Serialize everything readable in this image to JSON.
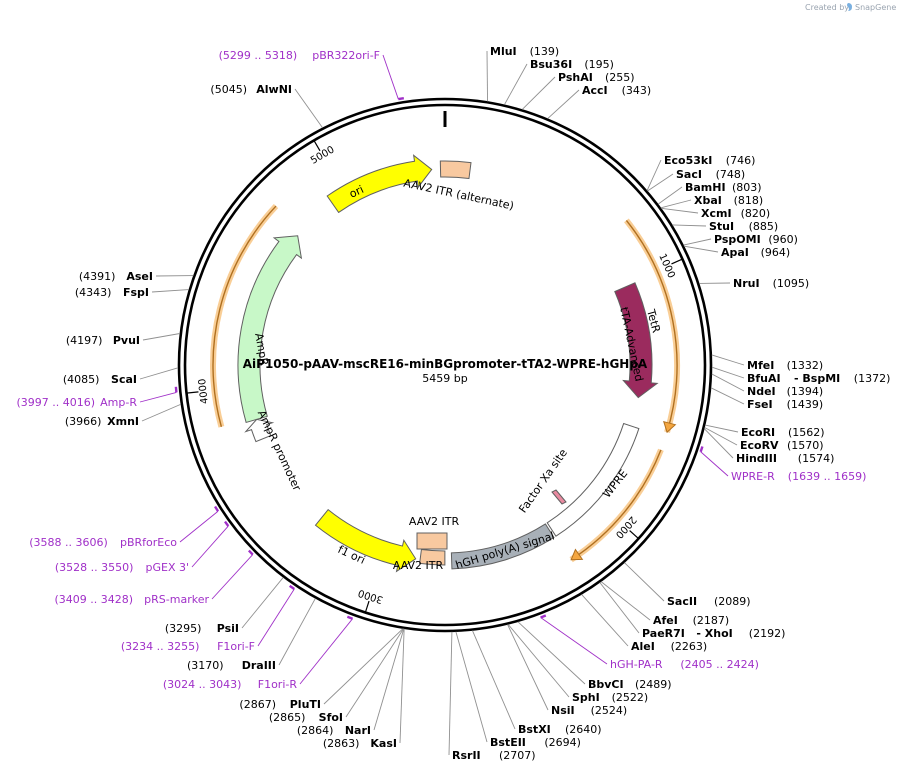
{
  "plasmid": {
    "name": "AiP1050-pAAV-mscRE16-minBGpromoter-tTA2-WPRE-hGHpA",
    "size_label": "5459 bp",
    "total_bp": 5459
  },
  "credit": {
    "prefix": "Created by",
    "brand": "SnapGene"
  },
  "ticks": [
    "1000",
    "2000",
    "3000",
    "4000",
    "5000"
  ],
  "sites": [
    {
      "id": "MluI",
      "name": "MluI",
      "pos": "(139)"
    },
    {
      "id": "Bsu36I",
      "name": "Bsu36I",
      "pos": "(195)"
    },
    {
      "id": "PshAI",
      "name": "PshAI",
      "pos": "(255)"
    },
    {
      "id": "AccI",
      "name": "AccI",
      "pos": "(343)"
    },
    {
      "id": "Eco53kI",
      "name": "Eco53kI",
      "pos": "(746)"
    },
    {
      "id": "SacI",
      "name": "SacI",
      "pos": "(748)"
    },
    {
      "id": "BamHI",
      "name": "BamHI",
      "pos": "(803)"
    },
    {
      "id": "XbaI",
      "name": "XbaI",
      "pos": "(818)"
    },
    {
      "id": "XcmI",
      "name": "XcmI",
      "pos": "(820)"
    },
    {
      "id": "StuI",
      "name": "StuI",
      "pos": "(885)"
    },
    {
      "id": "PspOMI",
      "name": "PspOMI",
      "pos": "(960)"
    },
    {
      "id": "ApaI",
      "name": "ApaI",
      "pos": "(964)"
    },
    {
      "id": "NruI",
      "name": "NruI",
      "pos": "(1095)"
    },
    {
      "id": "MfeI",
      "name": "MfeI",
      "pos": "(1332)"
    },
    {
      "id": "BfuAI",
      "name": "BfuAI",
      "pos": "(1372)",
      "extra": "- BspMI"
    },
    {
      "id": "NdeI",
      "name": "NdeI",
      "pos": "(1394)"
    },
    {
      "id": "FseI",
      "name": "FseI",
      "pos": "(1439)"
    },
    {
      "id": "EcoRI",
      "name": "EcoRI",
      "pos": "(1562)"
    },
    {
      "id": "EcoRV",
      "name": "EcoRV",
      "pos": "(1570)"
    },
    {
      "id": "HindIII",
      "name": "HindIII",
      "pos": "(1574)"
    },
    {
      "id": "SacII",
      "name": "SacII",
      "pos": "(2089)"
    },
    {
      "id": "AfeI",
      "name": "AfeI",
      "pos": "(2187)"
    },
    {
      "id": "PaeR7I",
      "name": "PaeR7I",
      "pos": "(2192)",
      "extra": "- XhoI"
    },
    {
      "id": "AleI",
      "name": "AleI",
      "pos": "(2263)"
    },
    {
      "id": "BbvCI",
      "name": "BbvCI",
      "pos": "(2489)"
    },
    {
      "id": "SphI",
      "name": "SphI",
      "pos": "(2522)"
    },
    {
      "id": "NsiI",
      "name": "NsiI",
      "pos": "(2524)"
    },
    {
      "id": "BstXI",
      "name": "BstXI",
      "pos": "(2640)"
    },
    {
      "id": "BstEII",
      "name": "BstEII",
      "pos": "(2694)"
    },
    {
      "id": "RsrII",
      "name": "RsrII",
      "pos": "(2707)"
    },
    {
      "id": "KasI",
      "name": "KasI",
      "pos": "(2863)"
    },
    {
      "id": "NarI",
      "name": "NarI",
      "pos": "(2864)"
    },
    {
      "id": "SfoI",
      "name": "SfoI",
      "pos": "(2865)"
    },
    {
      "id": "PluTI",
      "name": "PluTI",
      "pos": "(2867)"
    },
    {
      "id": "DraIII",
      "name": "DraIII",
      "pos": "(3170)"
    },
    {
      "id": "PsiI",
      "name": "PsiI",
      "pos": "(3295)"
    },
    {
      "id": "XmnI",
      "name": "XmnI",
      "pos": "(3966)"
    },
    {
      "id": "ScaI",
      "name": "ScaI",
      "pos": "(4085)"
    },
    {
      "id": "PvuI",
      "name": "PvuI",
      "pos": "(4197)"
    },
    {
      "id": "FspI",
      "name": "FspI",
      "pos": "(4343)"
    },
    {
      "id": "AseI",
      "name": "AseI",
      "pos": "(4391)"
    },
    {
      "id": "AlwNI",
      "name": "AlwNI",
      "pos": "(5045)"
    }
  ],
  "primers": [
    {
      "id": "pBR322ori-F",
      "name": "pBR322ori-F",
      "range": "(5299 .. 5318)"
    },
    {
      "id": "WPRE-R",
      "name": "WPRE-R",
      "range": "(1639 .. 1659)"
    },
    {
      "id": "hGH-PA-R",
      "name": "hGH-PA-R",
      "range": "(2405 .. 2424)"
    },
    {
      "id": "pBRforEco",
      "name": "pBRforEco",
      "range": "(3588 .. 3606)"
    },
    {
      "id": "pGEX-3",
      "name": "pGEX 3'",
      "range": "(3528 .. 3550)"
    },
    {
      "id": "pRS-marker",
      "name": "pRS-marker",
      "range": "(3409 .. 3428)"
    },
    {
      "id": "F1ori-F",
      "name": "F1ori-F",
      "range": "(3234 .. 3255)"
    },
    {
      "id": "F1ori-R",
      "name": "F1ori-R",
      "range": "(3024 .. 3043)"
    },
    {
      "id": "Amp-R",
      "name": "Amp-R",
      "range": "(3997 .. 4016)"
    }
  ],
  "features": {
    "ori": "ori",
    "itr_alt": "AAV2 ITR (alternate)",
    "tetr": "TetR",
    "tta": "tTA-Advanced",
    "wpre": "WPRE",
    "factor_xa": "Factor Xa site",
    "hgh": "hGH poly(A) signal",
    "itr1": "AAV2 ITR",
    "itr2": "AAV2 ITR",
    "f1ori": "f1 ori",
    "ampr": "AmpR",
    "ampr_promoter": "AmpR promoter"
  },
  "colors": {
    "ori": "#ffff00",
    "itr": "#f8c9a0",
    "tetr": "#9b2b5e",
    "wpre": "#ffffff",
    "hgh": "#a8b0b8",
    "f1ori": "#ffff00",
    "ampr": "#c8f8c8",
    "promoter": "#ffffff",
    "gene_band": "#f4a640",
    "primer": "#a030c8",
    "factor_xa": "#e88aa0"
  }
}
